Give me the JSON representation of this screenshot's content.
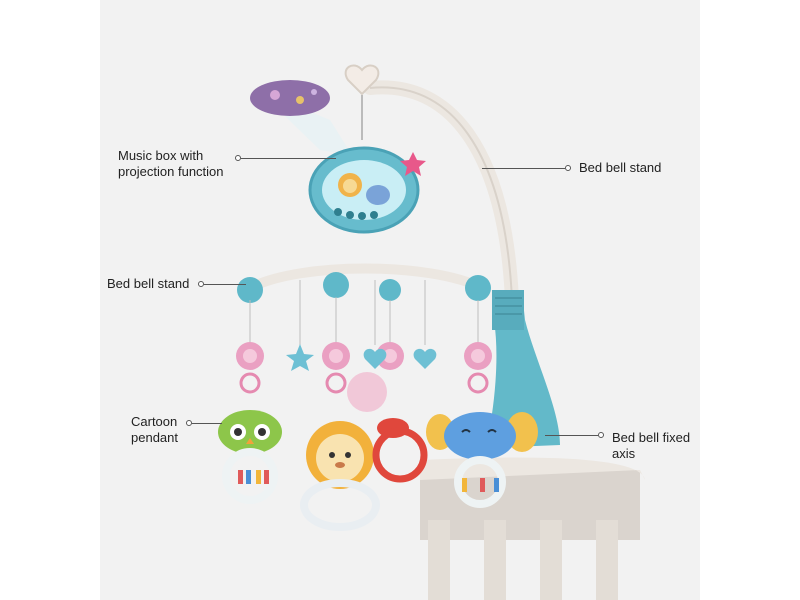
{
  "callouts": {
    "music_box": "Music box with\nprojection function",
    "stand_right": "Bed bell stand",
    "stand_left": "Bed bell stand",
    "pendant": "Cartoon\npendant",
    "axis": "Bed bell fixed\naxis"
  },
  "colors": {
    "background": "#f2f2f2",
    "teal": "#5fb8c9",
    "pink": "#e58ab0",
    "rail": "#d8d2cc",
    "arm": "#ece7e1"
  }
}
